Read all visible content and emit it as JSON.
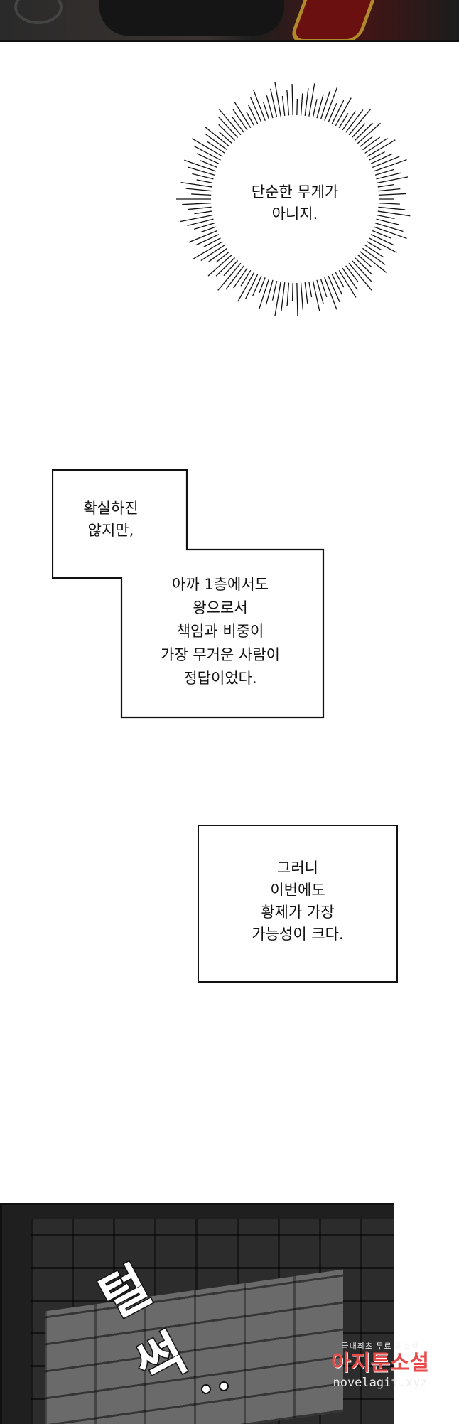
{
  "panels": {
    "burst_bubble": {
      "lines": [
        "단순한 무게가",
        "아니지."
      ]
    },
    "step_box": {
      "upper_lines": [
        "확실하진",
        "않지만,"
      ],
      "lower_lines": [
        "아까 1층에서도",
        "왕으로서",
        "책임과 비중이",
        "가장 무거운 사람이",
        "정답이었다."
      ]
    },
    "narration_box": {
      "lines": [
        "그러니",
        "이번에도",
        "황제가 가장",
        "가능성이 크다."
      ]
    },
    "sound_effect": {
      "text": "털썩..",
      "glyph_1": "털",
      "glyph_2": "썩"
    }
  },
  "watermark": {
    "top_line": "국내최초 무료 웹소설",
    "brand": "아지툰소설",
    "url": "novelagit.xyz"
  },
  "colors": {
    "brand_red": "#e84a4a",
    "ink": "#111111"
  }
}
